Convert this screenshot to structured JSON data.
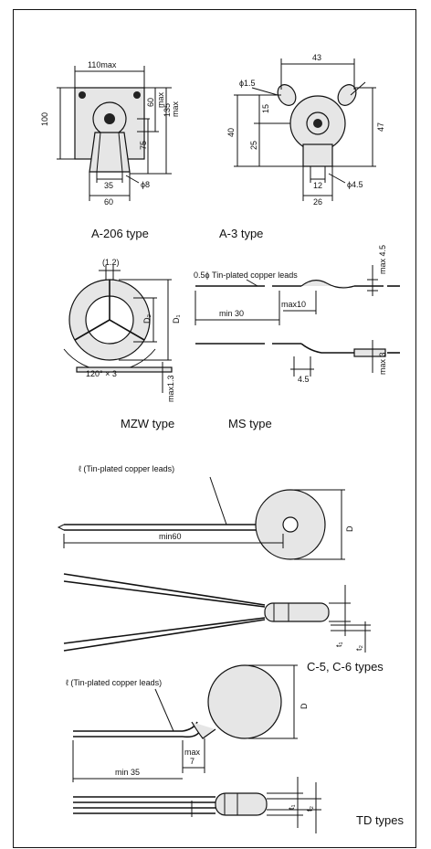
{
  "captions": {
    "a206": "A-206 type",
    "a3": "A-3 type",
    "mzw": "MZW type",
    "ms": "MS type",
    "c5c6": "C-5, C-6 types",
    "td": "TD types"
  },
  "a206": {
    "width": "110max",
    "height_left": "100",
    "h60": "60",
    "h60_max": "max",
    "h75": "75",
    "h135": "135",
    "h135_max": "max",
    "w35": "35",
    "w60": "60",
    "dia": "ϕ8"
  },
  "a3": {
    "width": "43",
    "hole": "ϕ1.5",
    "h15": "15",
    "h40": "40",
    "h25": "25",
    "h47": "47",
    "w12": "12",
    "w26": "26",
    "dia": "ϕ4.5"
  },
  "mzw": {
    "gap": "(1.2)",
    "d2": "D₂",
    "d1": "D₁",
    "angle": "120° × 3",
    "thick": "max1.3"
  },
  "ms": {
    "leads": "0.5ϕ  Tin-plated copper leads",
    "max45": "max 4.5",
    "min30": "min 30",
    "max10": "max10",
    "w45": "4.5",
    "max3": "max 3"
  },
  "c56": {
    "leads": "ℓ (Tin-plated copper leads)",
    "d": "D",
    "min60": "min60",
    "t1": "t₁",
    "t2": "t₂"
  },
  "tdt": {
    "leads": "ℓ (Tin-plated copper leads)",
    "d": "D",
    "max": "max",
    "seven": "7",
    "min35": "min 35",
    "t1": "t₁",
    "t2": "t₂"
  }
}
